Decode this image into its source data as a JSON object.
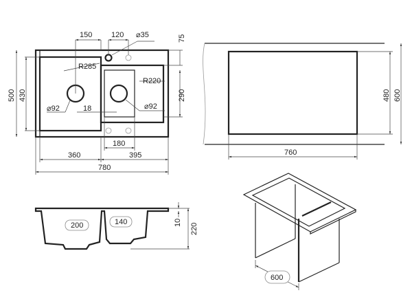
{
  "top_view": {
    "dim_150": "150",
    "dim_120": "120",
    "dim_tap_hole": "⌀35",
    "dim_75": "75",
    "dim_r285": "R285",
    "dim_r220": "R220",
    "dim_290": "290",
    "dim_500": "500",
    "dim_430": "430",
    "dim_drain_left": "⌀92",
    "dim_18": "18",
    "dim_drain_right": "⌀92",
    "dim_180": "180",
    "dim_360": "360",
    "dim_395": "395",
    "dim_780": "780"
  },
  "cutout_view": {
    "dim_760": "760",
    "dim_480": "480",
    "dim_600": "600"
  },
  "section_view": {
    "dim_200": "200",
    "dim_140": "140",
    "dim_10": "10",
    "dim_220": "220"
  },
  "cabinet_view": {
    "dim_600": "600"
  }
}
